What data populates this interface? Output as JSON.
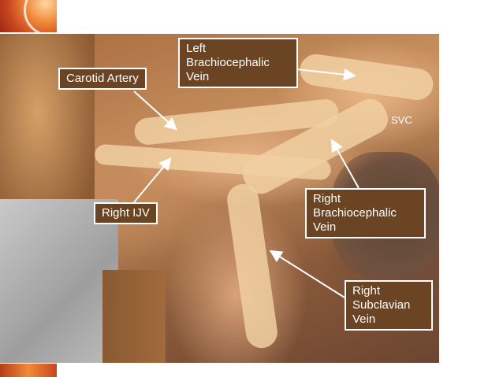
{
  "labels": {
    "left_brachiocephalic": [
      "Left",
      "Brachiocephalic",
      "Vein"
    ],
    "carotid_artery": "Carotid Artery",
    "svc": "SVC",
    "right_brachiocephalic": [
      "Right",
      "Brachiocephalic",
      "Vein"
    ],
    "right_ijv": "Right IJV",
    "right_subclavian": [
      "Right",
      "Subclavian",
      "Vein"
    ]
  },
  "colors": {
    "label_background": "#6b4423",
    "label_border": "#ffffff",
    "accent": "#f08a3a"
  }
}
